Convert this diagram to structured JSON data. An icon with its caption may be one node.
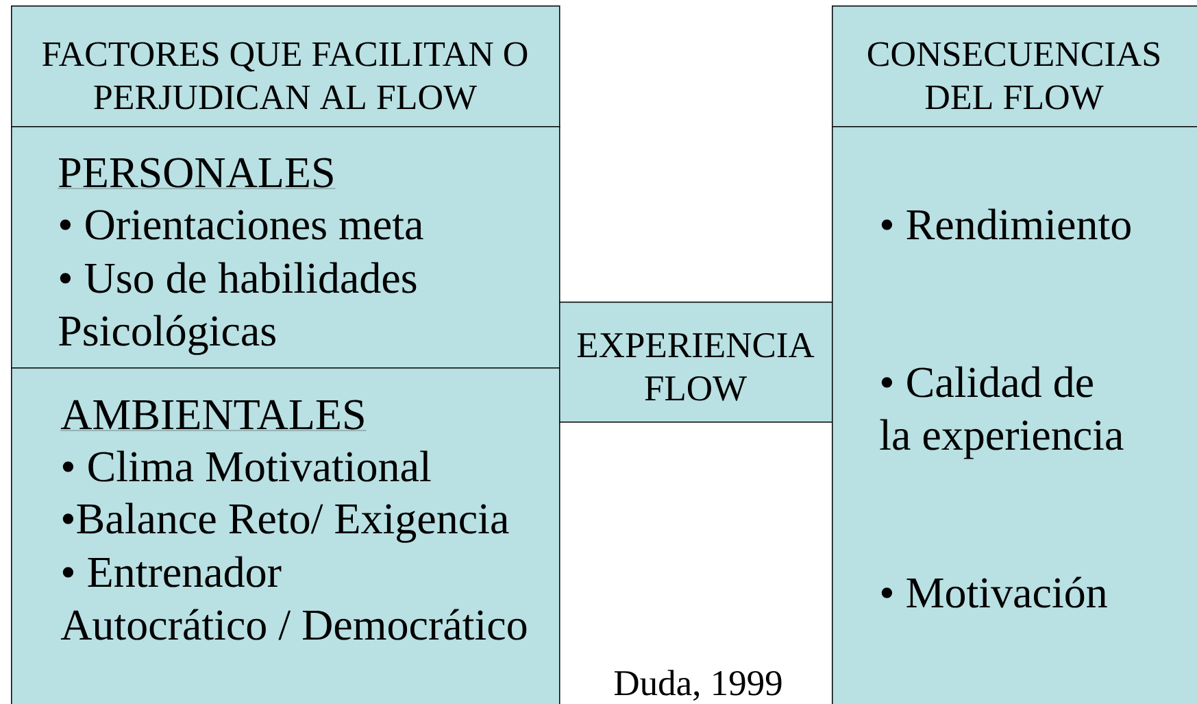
{
  "diagram": {
    "nodes": [
      {
        "text": [
          "FACTORES QUE FACILITAN O PERJUDICAN AL FLOW"
        ]
      },
      {
        "text": [
          "PERSONALES",
          "• Orientaciones meta",
          "• Uso de habilidades Psicológicas"
        ]
      },
      {
        "text": [
          "AMBIENTALES",
          "• Clima Motivational",
          "•Balance Reto/ Exigencia",
          "• Entrenador Autocrático / Democrático"
        ]
      },
      {
        "text": [
          "EXPERIENCIA FLOW"
        ]
      },
      {
        "text": [
          "CONSECUENCIAS DEL FLOW"
        ]
      },
      {
        "text": [
          "• Rendimiento",
          "• Calidad de la experiencia",
          "• Motivación"
        ]
      }
    ],
    "labels": [
      "Duda, 1999"
    ]
  }
}
